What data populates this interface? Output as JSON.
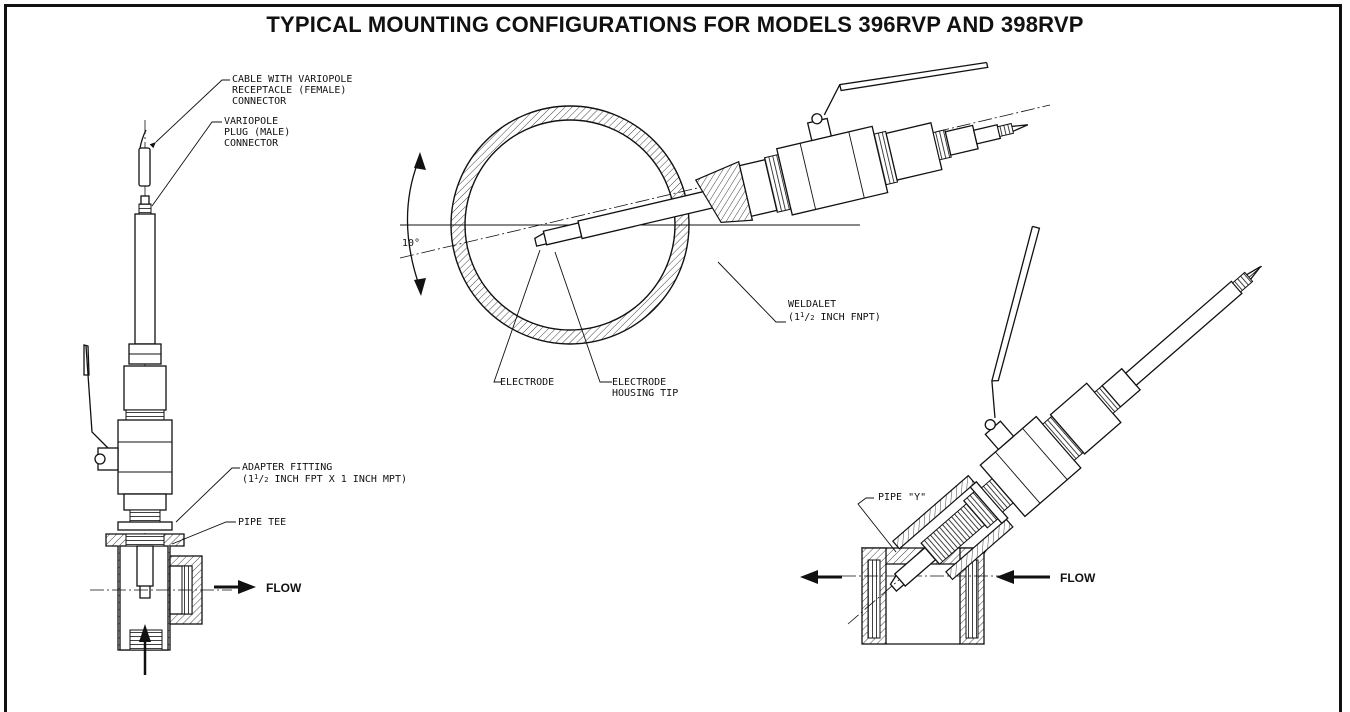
{
  "title": "TYPICAL MOUNTING CONFIGURATIONS FOR MODELS 396RVP AND 398RVP",
  "labels": {
    "cable_l1": "CABLE WITH VARIOPOLE",
    "cable_l2": "RECEPTACLE (FEMALE)",
    "cable_l3": "CONNECTOR",
    "plug_l1": "VARIOPOLE",
    "plug_l2": "PLUG (MALE)",
    "plug_l3": "CONNECTOR",
    "adapter_l1": "ADAPTER FITTING",
    "adapter_l2_a": "(1",
    "adapter_l2_frac_num": "1",
    "adapter_l2_frac_den": "2",
    "adapter_l2_b": " INCH FPT X 1 INCH MPT)",
    "pipe_tee": "PIPE TEE",
    "flow": "FLOW",
    "angle": "10°",
    "weldalet_l1": "WELDALET",
    "weldalet_l2_a": "(1",
    "weldalet_l2_b": " INCH FNPT)",
    "electrode": "ELECTRODE",
    "housing_l1": "ELECTRODE",
    "housing_l2": "HOUSING TIP",
    "pipe_y": "PIPE \"Y\"",
    "flow_right": "FLOW"
  }
}
